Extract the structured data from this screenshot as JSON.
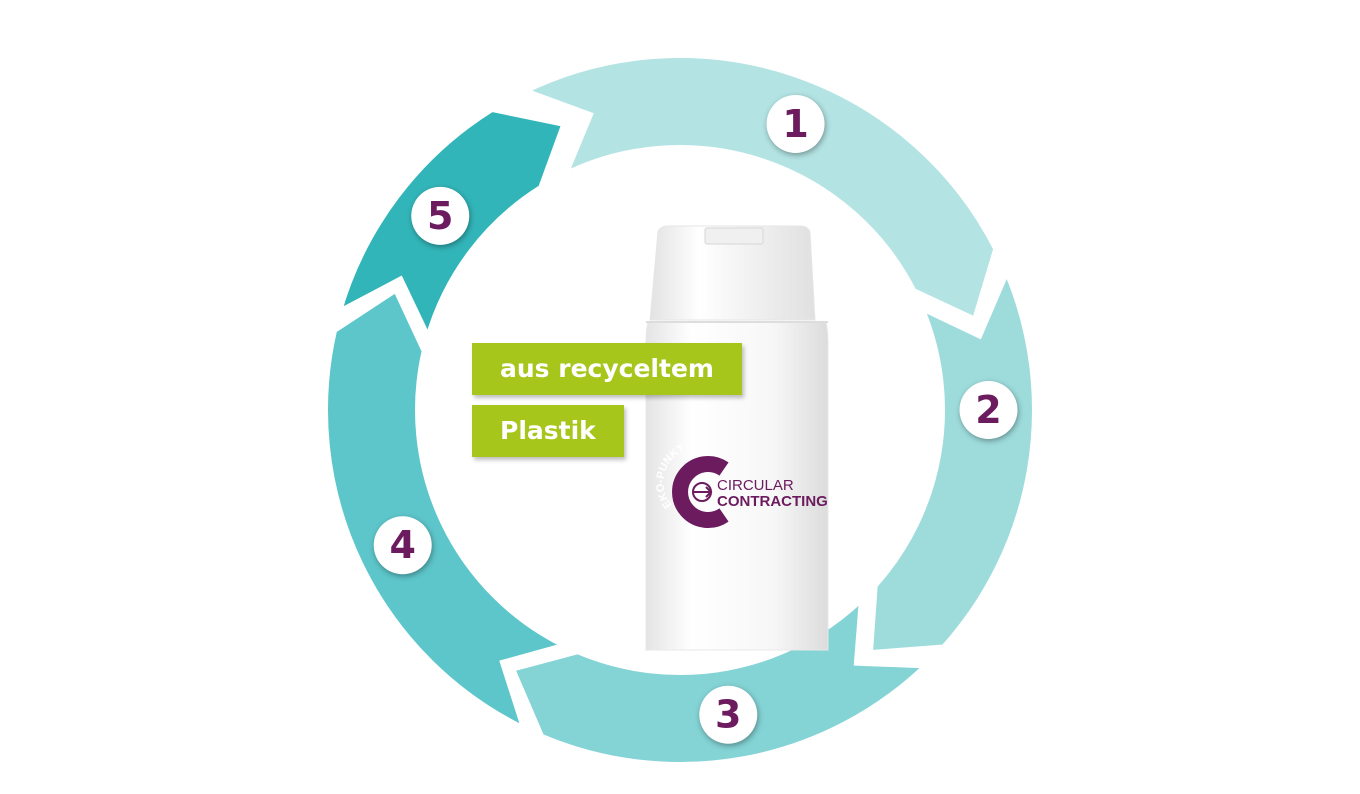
{
  "steps": [
    {
      "number": "1",
      "color": "#b3e3e3"
    },
    {
      "number": "2",
      "color": "#9edcdc"
    },
    {
      "number": "3",
      "color": "#84d3d5"
    },
    {
      "number": "4",
      "color": "#5dc6ca"
    },
    {
      "number": "5",
      "color": "#32b5b9"
    }
  ],
  "labels": {
    "line1": "aus recyceltem",
    "line2": "Plastik"
  },
  "logo": {
    "ring_text": "EKO-PUNKT",
    "line1": "CIRCULAR",
    "line2": "CONTRACTING",
    "color": "#6b1b5e"
  },
  "colors": {
    "label_bg": "#a7c61c",
    "number_text": "#6b1b5e"
  },
  "icons": {
    "product": "bottle-icon",
    "logo_mark": "recycle-arrows-icon"
  }
}
